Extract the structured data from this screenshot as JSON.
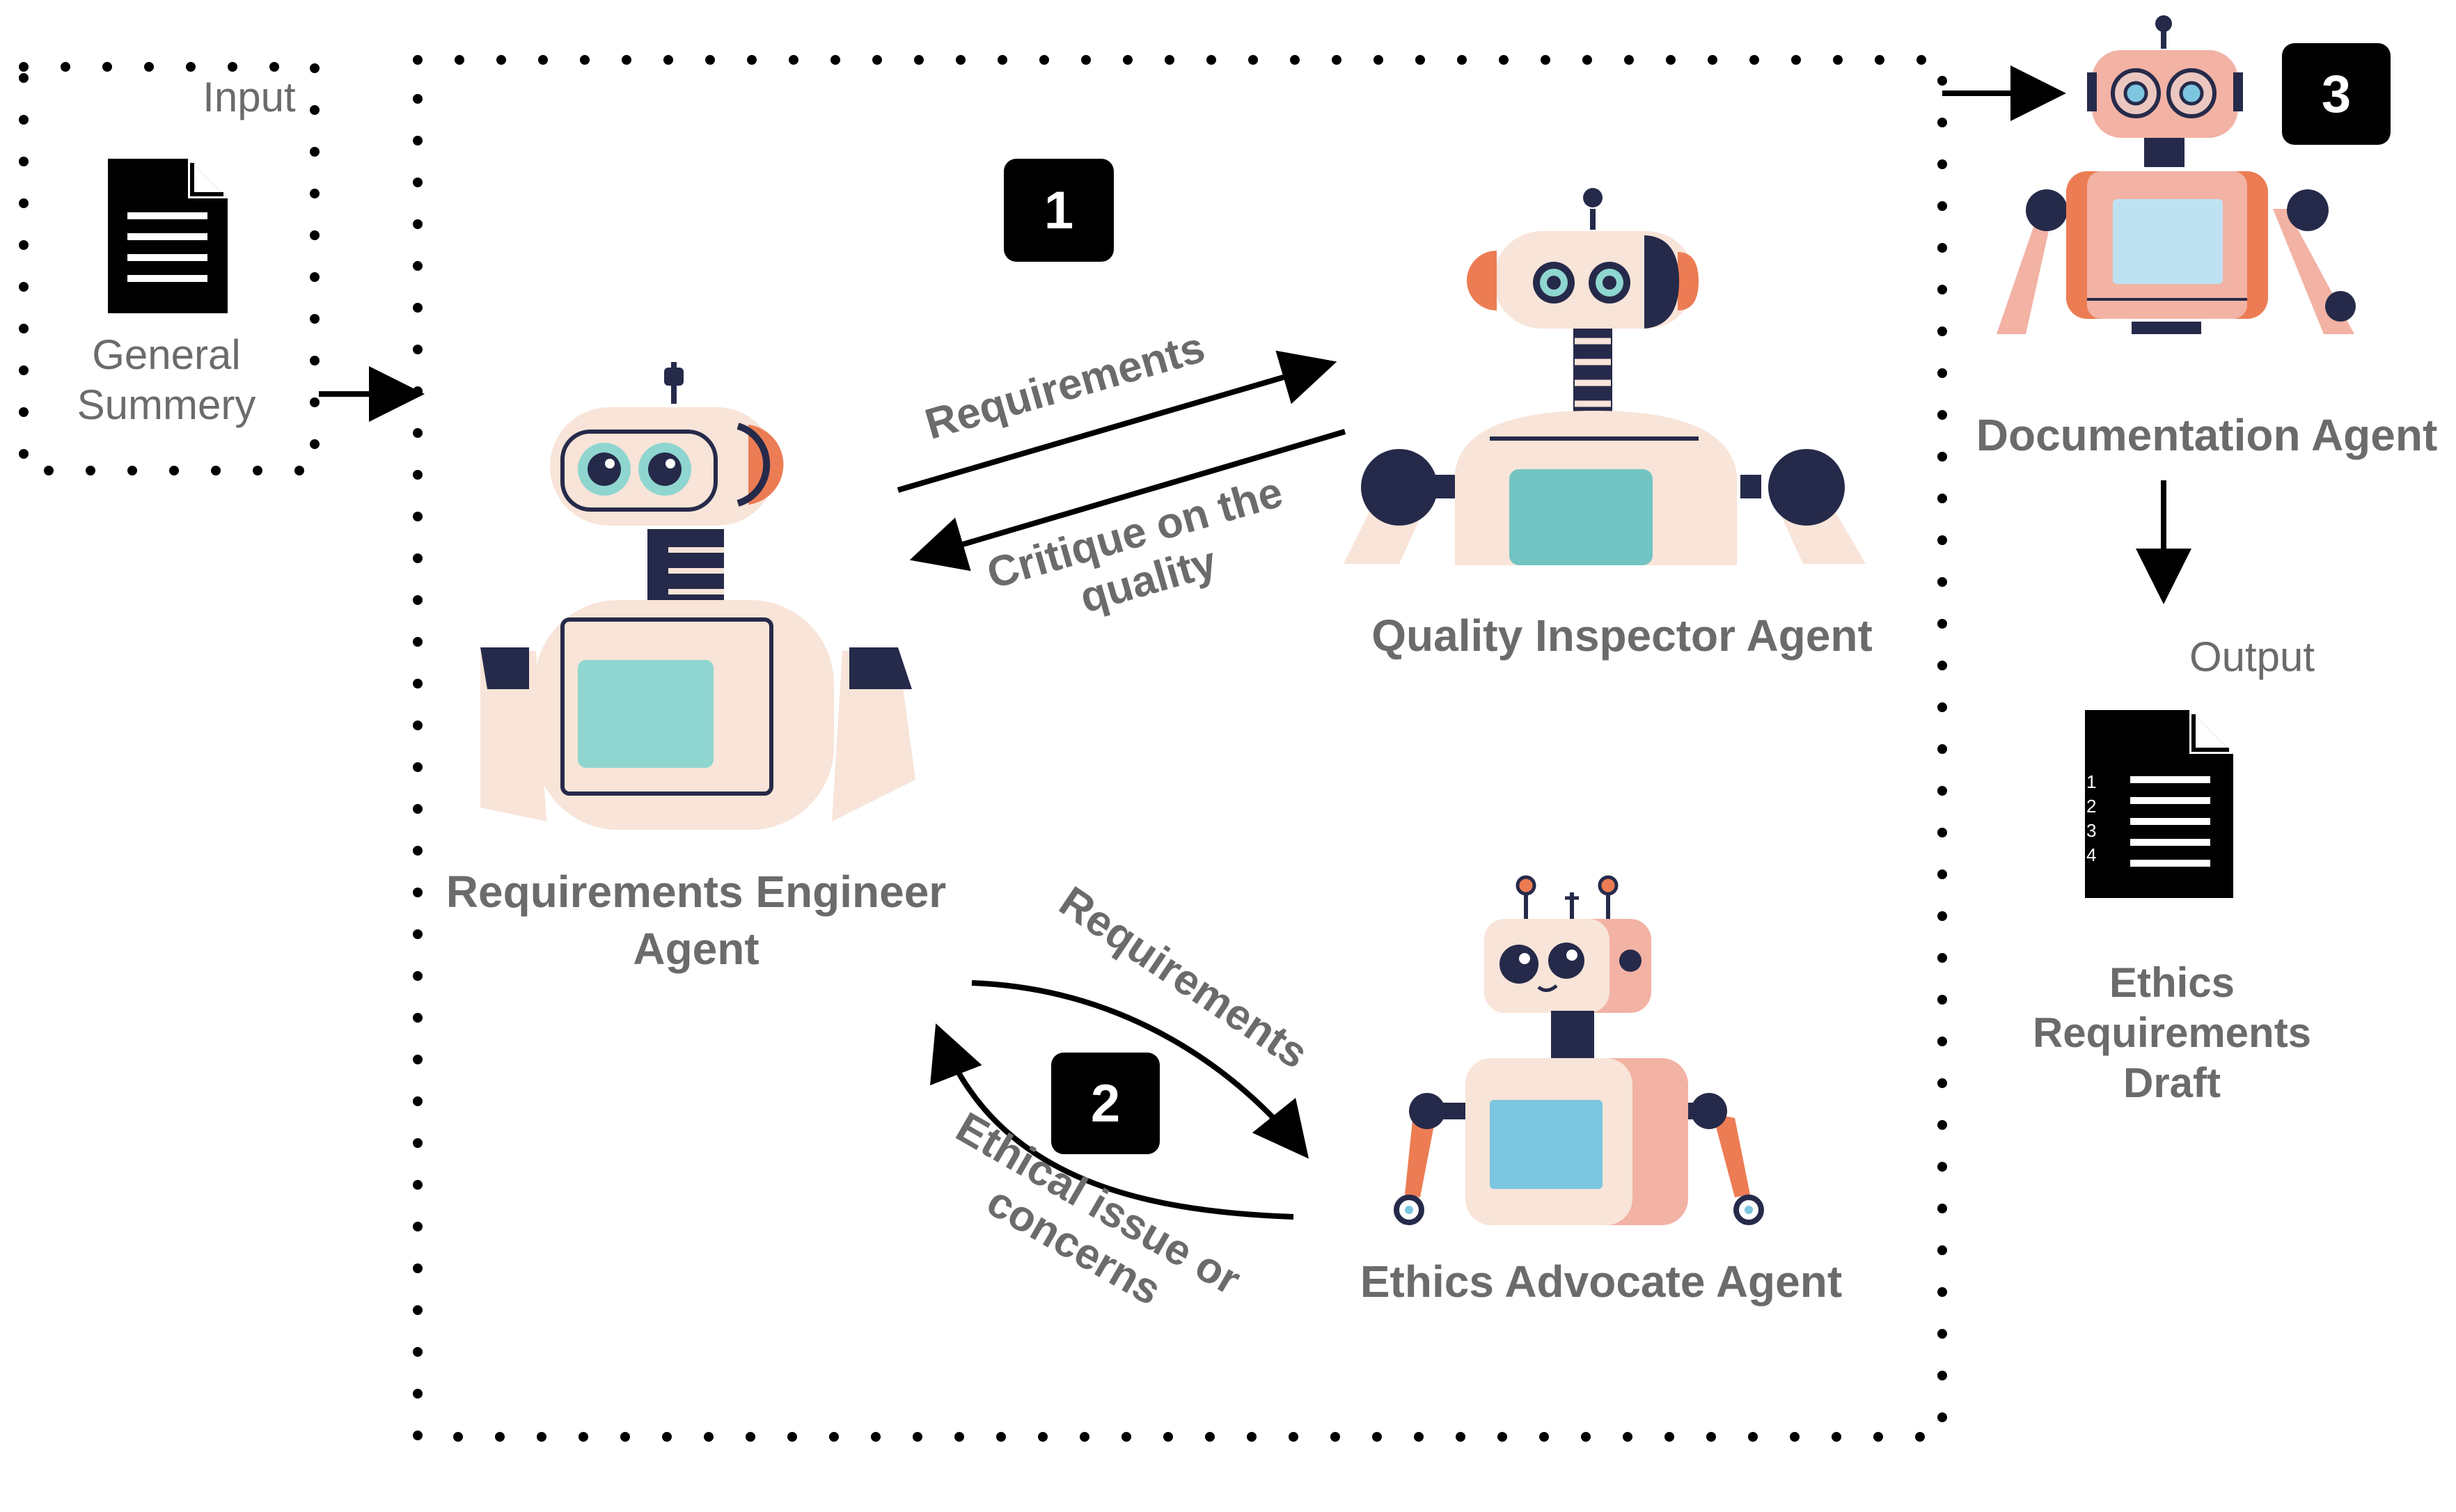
{
  "input": {
    "label": "Input",
    "doc_title": "General\nSummery"
  },
  "output": {
    "label": "Output",
    "doc_title": "Ethics\nRequirements\nDraft",
    "list_numbers": [
      "1",
      "2",
      "3",
      "4"
    ]
  },
  "steps": {
    "one": "1",
    "two": "2",
    "three": "3"
  },
  "agents": {
    "requirements_engineer": "Requirements Engineer\nAgent",
    "quality_inspector": "Quality Inspector Agent",
    "ethics_advocate": "Ethics Advocate Agent",
    "documentation": "Documentation Agent"
  },
  "arrows": {
    "to_quality": "Requirements",
    "from_quality": "Critique on the\nquality",
    "to_ethics": "Requirements",
    "from_ethics": "Ethical issue or\nconcerns"
  },
  "colors": {
    "robot_skin": "#f8e4d8",
    "robot_dark": "#262a4a",
    "robot_teal": "#8fd6d0",
    "robot_orange": "#ec7c54",
    "robot_pink": "#f2b2a4",
    "robot_blue": "#7cc6e0",
    "text_grey": "#6b6b6b"
  }
}
